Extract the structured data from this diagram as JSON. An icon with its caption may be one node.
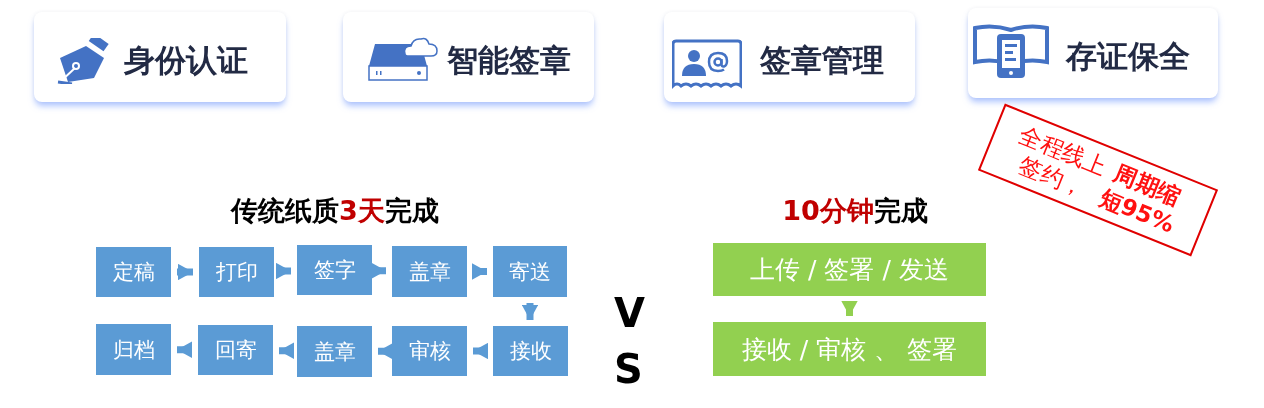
{
  "diagram": {
    "nodes": [
      {
        "text": [
          "身份认证"
        ]
      },
      {
        "text": [
          "智能签章"
        ]
      },
      {
        "text": [
          "签章管理"
        ]
      },
      {
        "text": [
          "存证保全"
        ]
      },
      {
        "text": [
          "全程线上签约，**周期缩短95%**"
        ]
      },
      {
        "text": [
          "定稿"
        ]
      },
      {
        "text": [
          "打印"
        ]
      },
      {
        "text": [
          "签字"
        ]
      },
      {
        "text": [
          "盖章"
        ]
      },
      {
        "text": [
          "寄送"
        ]
      },
      {
        "text": [
          "归档"
        ]
      },
      {
        "text": [
          "回寄"
        ]
      },
      {
        "text": [
          "盖章"
        ]
      },
      {
        "text": [
          "审核"
        ]
      },
      {
        "text": [
          "接收"
        ]
      },
      {
        "text": [
          "上传 / 签署 / 发送"
        ]
      },
      {
        "text": [
          "接收 / 审核 、 签署"
        ]
      }
    ],
    "edges": [
      {
        "from": 5,
        "to": 6,
        "arrow": "to"
      },
      {
        "from": 6,
        "to": 7,
        "arrow": "to"
      },
      {
        "from": 7,
        "to": 8,
        "arrow": "to"
      },
      {
        "from": 8,
        "to": 9,
        "arrow": "to"
      },
      {
        "from": 9,
        "to": 14,
        "arrow": "to"
      },
      {
        "from": 14,
        "to": 13,
        "arrow": "to"
      },
      {
        "from": 13,
        "to": 12,
        "arrow": "to"
      },
      {
        "from": 12,
        "to": 11,
        "arrow": "to"
      },
      {
        "from": 11,
        "to": 10,
        "arrow": "to"
      },
      {
        "from": 15,
        "to": 16,
        "arrow": "to",
        "color": "#92d050"
      }
    ],
    "labels": [
      "传统纸质",
      "3天",
      "完成",
      "10分钟",
      "完成",
      "V",
      "S"
    ]
  }
}
